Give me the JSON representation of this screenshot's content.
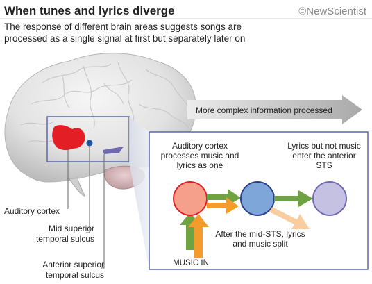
{
  "header": {
    "title": "When tunes and lyrics diverge",
    "credit": "©NewScientist",
    "subtitle": "The response of different brain areas suggests songs are processed as a single signal at first but separately later on"
  },
  "labels": {
    "auditory_cortex": "Auditory cortex",
    "mid_sts": "Mid superior temporal sulcus",
    "anterior_sts": "Anterior superior temporal sulcus"
  },
  "diagram": {
    "top_arrow": "More complex information processed",
    "stage1": "Auditory cortex processes music and lyrics as one",
    "stage2": "After the mid-STS, lyrics and music split",
    "stage3": "Lyrics but not music enter the anterior STS",
    "input": "MUSIC IN"
  },
  "colors": {
    "red": "#e31e24",
    "salmon": "#f4a08a",
    "blue": "#7fa6d9",
    "lilac": "#c5c1e3",
    "green": "#6fa341",
    "orange": "#f39c2b",
    "navy": "#2b3f88",
    "frame": "#5a6aa3"
  }
}
